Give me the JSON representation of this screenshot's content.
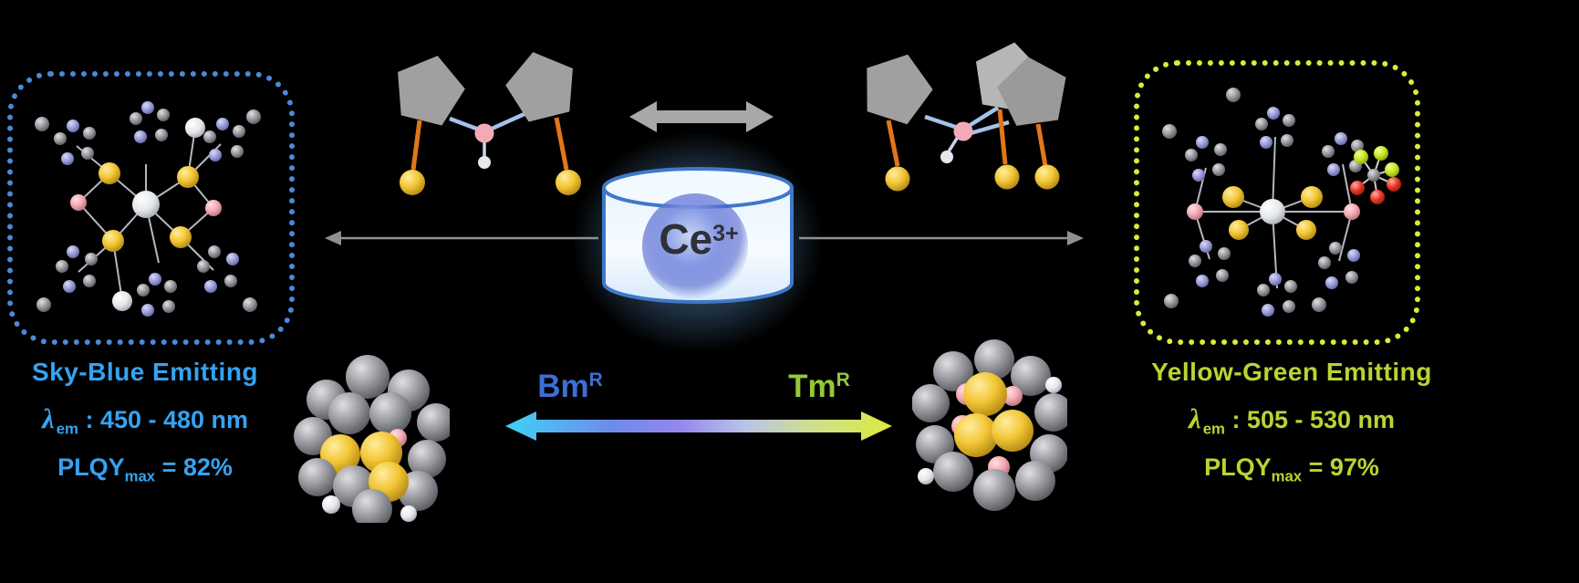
{
  "left_panel": {
    "title": "Sky-Blue Emitting",
    "emission": {
      "symbol": "λ",
      "subscript": "em",
      "value": ": 450 - 480 nm"
    },
    "plqy": {
      "label": "PLQY",
      "subscript": "max",
      "value": "= 82%"
    },
    "accent_color": "#35a3f2",
    "border_color": "#4a8ad8"
  },
  "right_panel": {
    "title": "Yellow-Green Emitting",
    "emission": {
      "symbol": "λ",
      "subscript": "em",
      "value": ": 505 - 530 nm"
    },
    "plqy": {
      "label": "PLQY",
      "subscript": "max",
      "value": "= 97%"
    },
    "accent_color": "#b9d433",
    "border_color": "#dcea3a"
  },
  "center": {
    "metal_ion": {
      "label": "Ce",
      "superscript": "3+",
      "text_color": "#2e3038",
      "cylinder_outline": "#3f78c8"
    },
    "ligand_left": {
      "label": "Bm",
      "superscript": "R",
      "color": "#3d6fd6"
    },
    "ligand_right": {
      "label": "Tm",
      "superscript": "R",
      "color": "#94c838"
    },
    "gradient_arrow_colors": [
      "#3fd2f2",
      "#9487ec",
      "#dcea3c"
    ]
  },
  "background_color": "#000000"
}
